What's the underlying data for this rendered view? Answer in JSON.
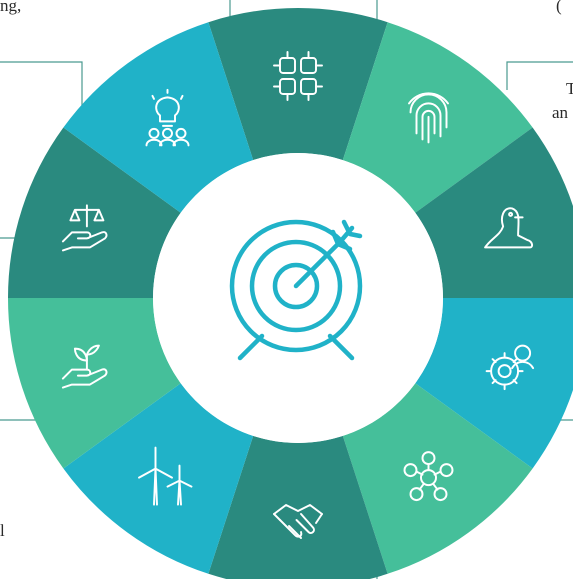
{
  "partial_text": {
    "top_left": "ng,",
    "top_right": "(",
    "right_line1": "T",
    "right_line2": "an",
    "bottom_left": "l"
  },
  "colors": {
    "dark_teal": "#2a8a7f",
    "mint": "#45bf9a",
    "cyan": "#20b2c8",
    "connector": "#4a9a90",
    "icon": "#ffffff",
    "center_icon": "#20b2c8"
  },
  "segments": [
    {
      "icon": "teamwork-hands-icon",
      "color": "dark_teal"
    },
    {
      "icon": "fingerprint-icon",
      "color": "mint"
    },
    {
      "icon": "seal-animal-icon",
      "color": "dark_teal"
    },
    {
      "icon": "user-gear-icon",
      "color": "cyan"
    },
    {
      "icon": "social-network-icon",
      "color": "mint"
    },
    {
      "icon": "handshake-icon",
      "color": "dark_teal"
    },
    {
      "icon": "wind-turbines-icon",
      "color": "cyan"
    },
    {
      "icon": "plant-in-hand-icon",
      "color": "mint"
    },
    {
      "icon": "justice-scale-hand-icon",
      "color": "dark_teal"
    },
    {
      "icon": "idea-team-icon",
      "color": "cyan"
    }
  ],
  "center_icon": "target-arrow-icon"
}
